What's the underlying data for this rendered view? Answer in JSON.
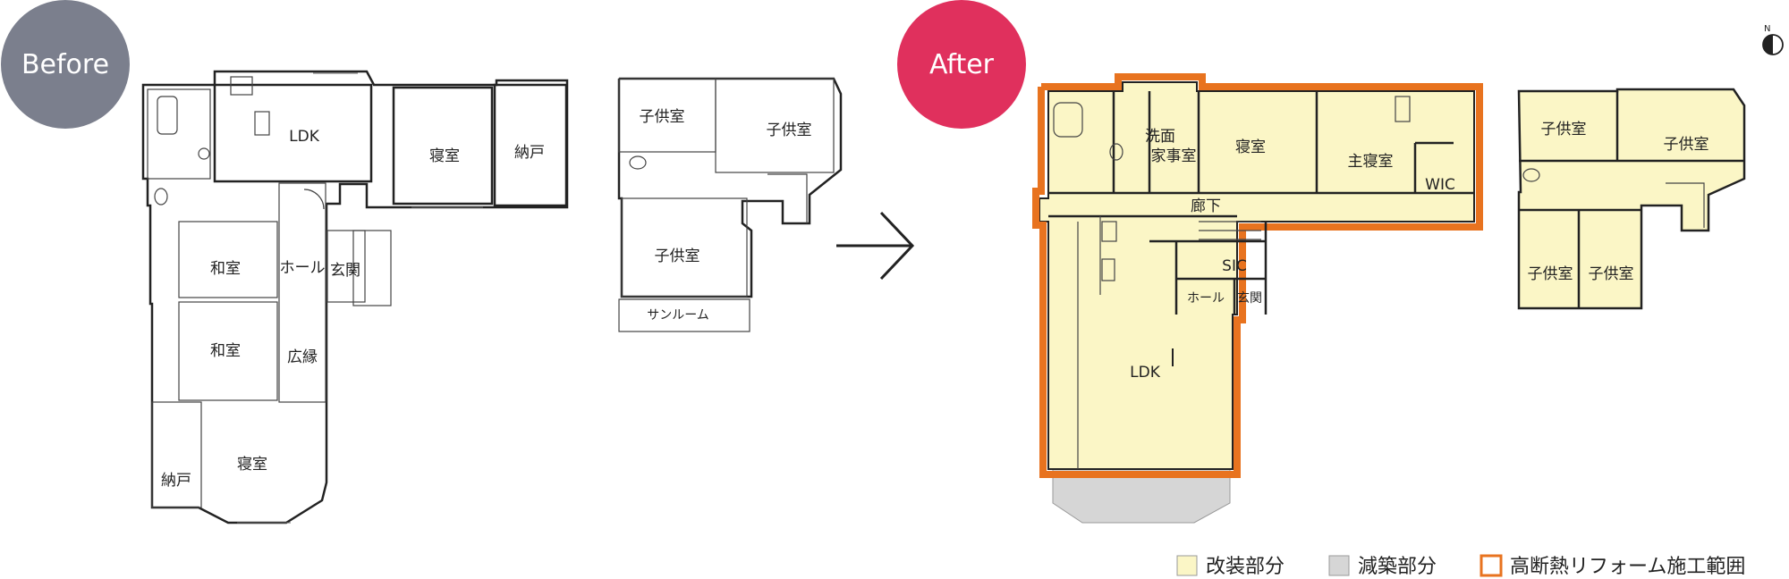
{
  "badges": {
    "before": "Before",
    "after": "After"
  },
  "colors": {
    "before_badge": "#7b7f8d",
    "after_badge": "#e0305d",
    "renovated_fill": "#fbf6c6",
    "reduced_fill": "#d6d6d6",
    "insulation_outline": "#e8731f"
  },
  "compass": {
    "north_label": "N"
  },
  "before_ground": {
    "ldk": "LDK",
    "bedroom": "寝室",
    "storage_top": "納戸",
    "washitsu_1": "和室",
    "hall": "ホール",
    "genkan": "玄関",
    "washitsu_2": "和室",
    "engawa": "広縁",
    "storage_bottom": "納戸",
    "bedroom_bottom": "寝室"
  },
  "before_upper": {
    "kids_1": "子供室",
    "kids_2": "子供室",
    "kids_3": "子供室",
    "sunroom": "サンルーム"
  },
  "after_ground": {
    "laundry": "洗面\n家事室",
    "laundry_l1": "洗面",
    "laundry_l2": "家事室",
    "bedroom": "寝室",
    "master": "主寝室",
    "wic": "WIC",
    "corridor": "廊下",
    "sic": "SIC",
    "hall": "ホール",
    "genkan": "玄関",
    "ldk": "LDK"
  },
  "after_upper": {
    "kids_1": "子供室",
    "kids_2": "子供室",
    "kids_3": "子供室",
    "kids_4": "子供室"
  },
  "legend": {
    "renovated": "改装部分",
    "reduced": "減築部分",
    "insulation": "高断熱リフォーム施工範囲"
  }
}
